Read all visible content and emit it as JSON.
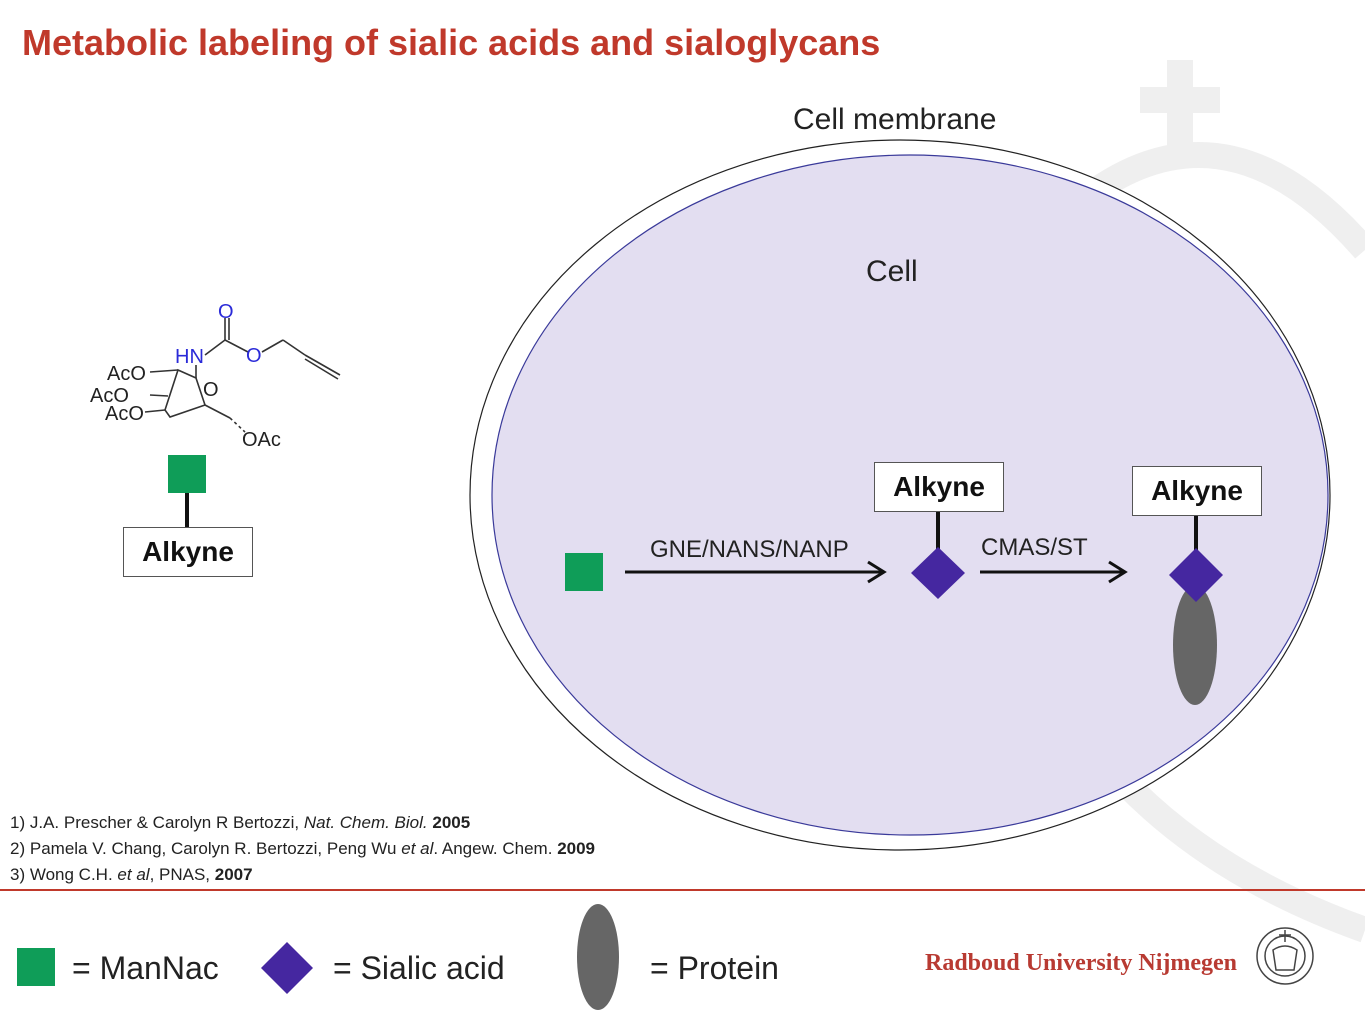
{
  "title": "Metabolic labeling of sialic acids and sialoglycans",
  "diagram": {
    "membrane_label": "Cell membrane",
    "cell_label": "Cell",
    "molecule": {
      "groups": [
        "AcO",
        "AcO",
        "AcO",
        "HN",
        "O",
        "O",
        "O",
        "OAc"
      ]
    },
    "alkyne_boxes": [
      "Alkyne",
      "Alkyne",
      "Alkyne"
    ],
    "step1_label": "GNE/NANS/NANP",
    "step2_label": "CMAS/ST"
  },
  "references": [
    {
      "num": "1)",
      "authors": "J.A. Prescher & Carolyn R Bertozzi,",
      "journal": "Nat. Chem. Biol.",
      "year": "2005"
    },
    {
      "num": "2)",
      "authors": "Pamela V. Chang, Carolyn R. Bertozzi, Peng Wu",
      "etal": "et al",
      "journal": ". Angew. Chem.",
      "year": "2009"
    },
    {
      "num": "3)",
      "authors": "Wong C.H.",
      "etal": "et al",
      "journal": ", PNAS,",
      "year": "2007"
    }
  ],
  "legend": {
    "mannac": "= ManNac",
    "sialic": "= Sialic acid",
    "protein": "= Protein"
  },
  "logo": "Radboud University Nijmegen",
  "colors": {
    "title": "#c0392b",
    "mannac": "#0f9d58",
    "sialic": "#4527a0",
    "protein": "#666666",
    "cell_fill": "#e3def1"
  }
}
